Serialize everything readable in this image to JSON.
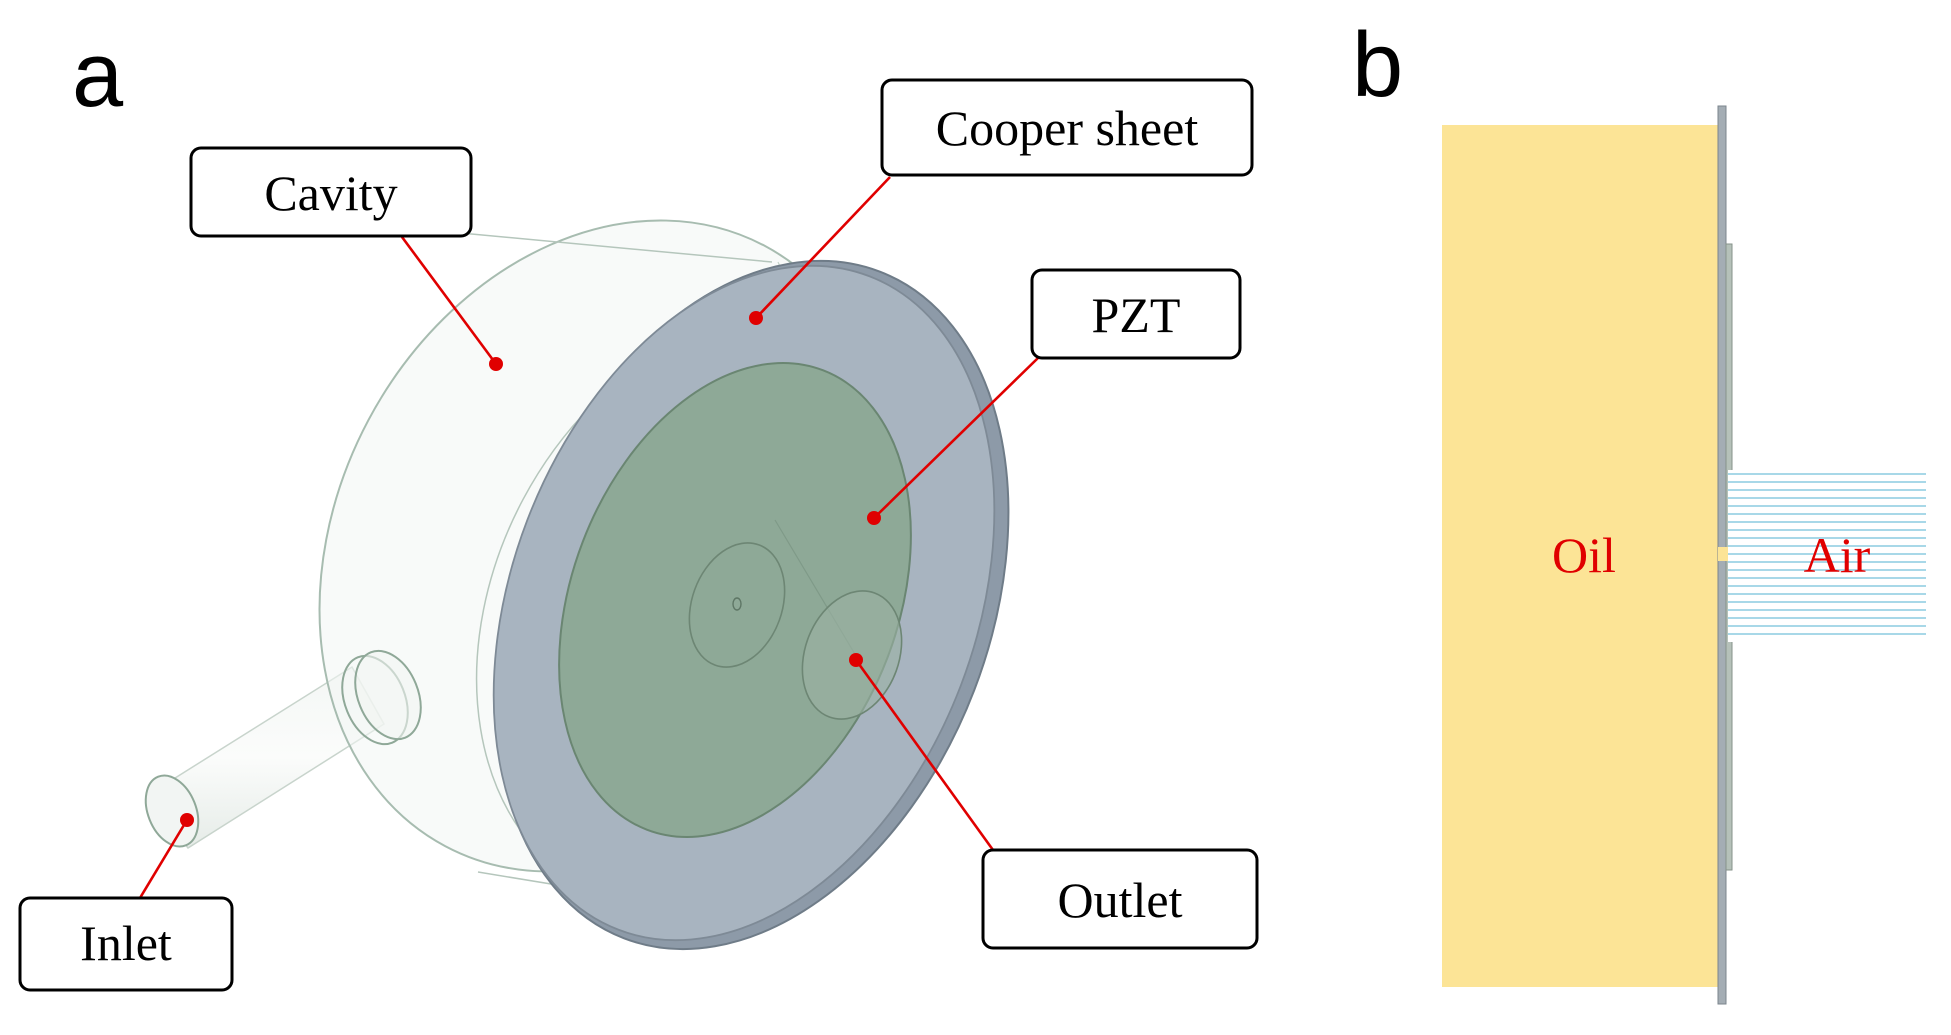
{
  "panels": {
    "a": {
      "letter": "a"
    },
    "b": {
      "letter": "b"
    }
  },
  "callouts": {
    "cavity": "Cavity",
    "cooper_sheet": "Cooper sheet",
    "pzt": "PZT",
    "outlet": "Outlet",
    "inlet": "Inlet"
  },
  "regions": {
    "oil": "Oil",
    "air": "Air"
  },
  "colors": {
    "label_red": "#e00000",
    "oil_fill": "#fce496",
    "air_lines": "#a8d8e8",
    "pzt_green": "#8fa896",
    "copper_gray": "#a6b2be",
    "cavity_outline": "#9db5a7"
  }
}
